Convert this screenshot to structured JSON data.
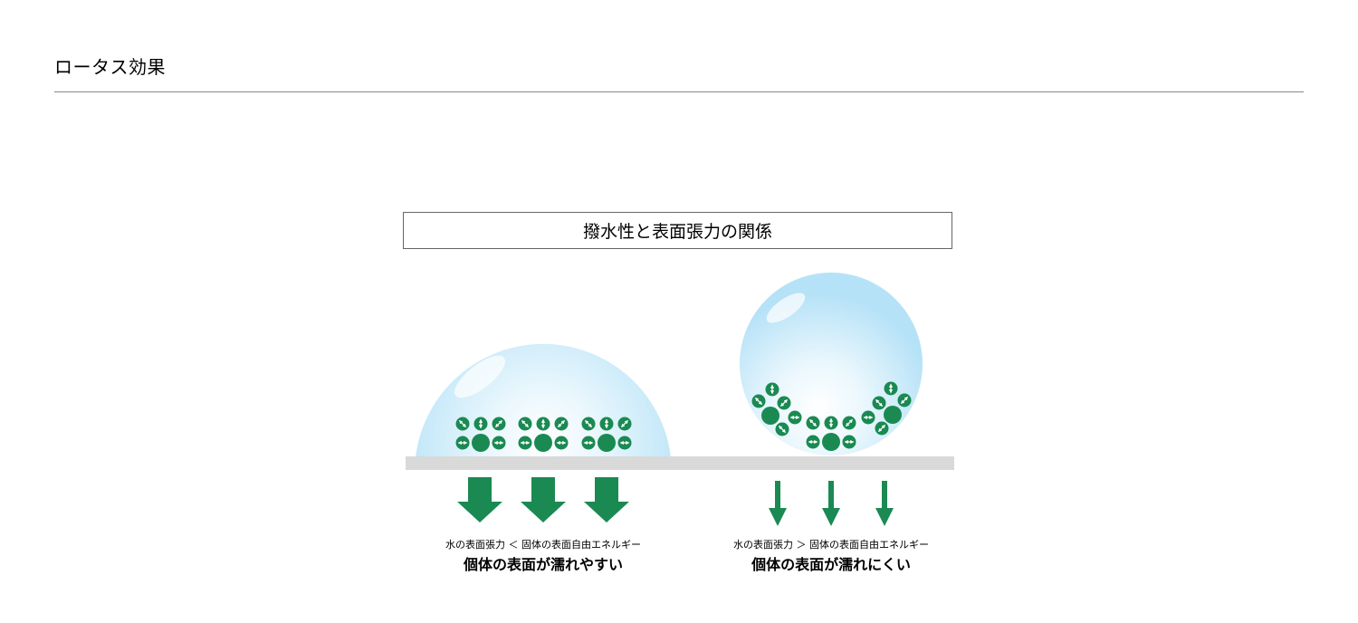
{
  "page": {
    "title": "ロータス効果"
  },
  "diagram": {
    "title": "撥水性と表面張力の関係",
    "left_case": {
      "relation": "水の表面張力 ＜ 固体の表面自由エネルギー",
      "result": "個体の表面が濡れやすい"
    },
    "right_case": {
      "relation": "水の表面張力 ＞ 固体の表面自由エネルギー",
      "result": "個体の表面が濡れにくい"
    }
  },
  "colors": {
    "green": "#1a8a52",
    "water": "#b6e2f7",
    "surface": "#d9d9d9",
    "rule": "#888888"
  },
  "icons": [
    "molecule-icon",
    "arrow-down-icon",
    "water-droplet"
  ]
}
